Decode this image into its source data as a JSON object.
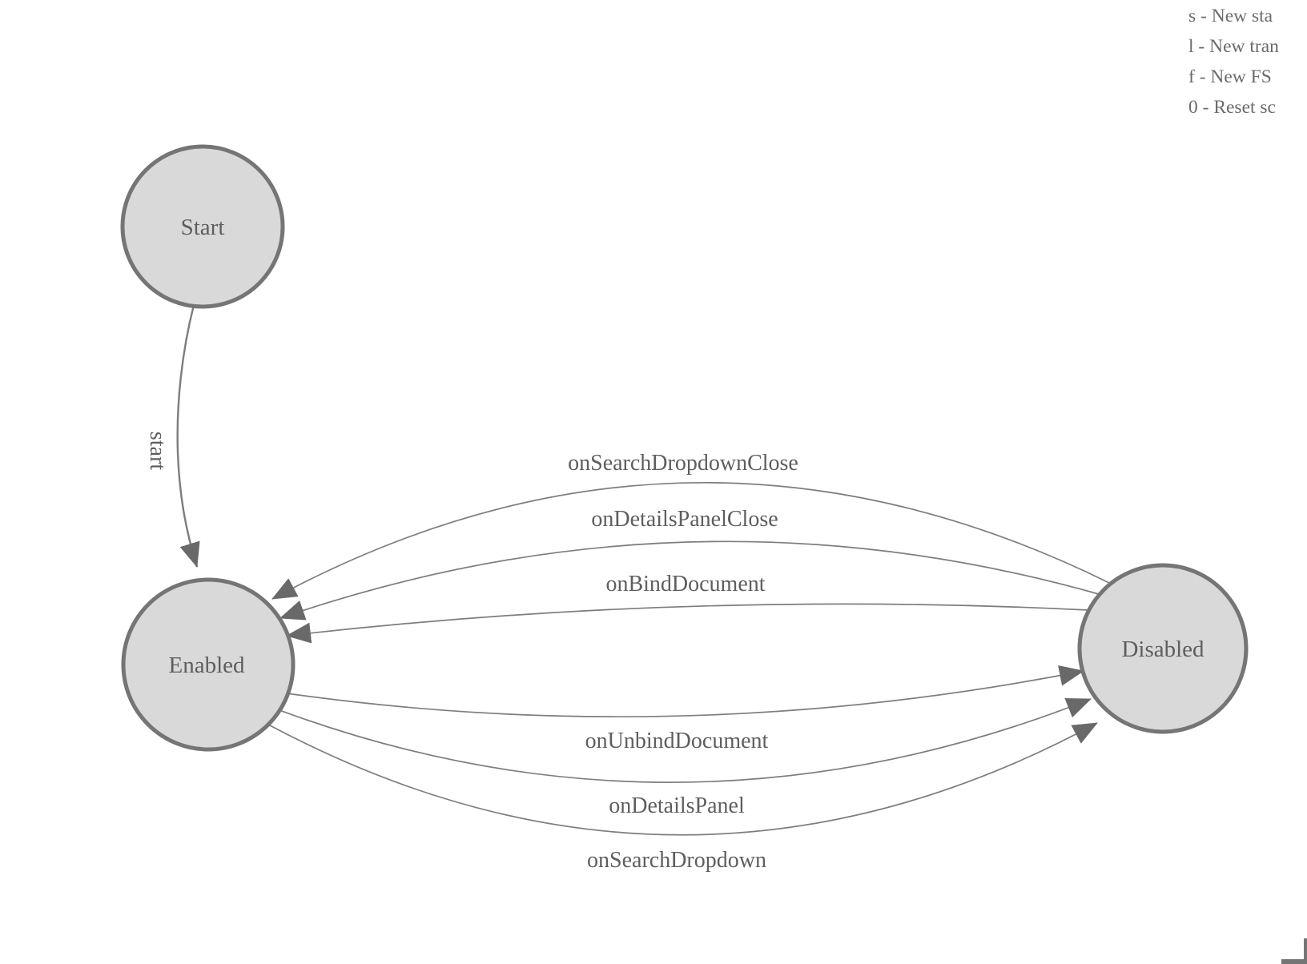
{
  "diagram": {
    "type": "finite-state-machine",
    "nodes": [
      {
        "id": "start",
        "label": "Start"
      },
      {
        "id": "enabled",
        "label": "Enabled"
      },
      {
        "id": "disabled",
        "label": "Disabled"
      }
    ],
    "edges": [
      {
        "from": "start",
        "to": "enabled",
        "label": "start"
      },
      {
        "from": "disabled",
        "to": "enabled",
        "label": "onSearchDropdownClose"
      },
      {
        "from": "disabled",
        "to": "enabled",
        "label": "onDetailsPanelClose"
      },
      {
        "from": "disabled",
        "to": "enabled",
        "label": "onBindDocument"
      },
      {
        "from": "enabled",
        "to": "disabled",
        "label": "onUnbindDocument"
      },
      {
        "from": "enabled",
        "to": "disabled",
        "label": "onDetailsPanel"
      },
      {
        "from": "enabled",
        "to": "disabled",
        "label": "onSearchDropdown"
      }
    ]
  },
  "legend": {
    "shortcuts": [
      "s - New sta",
      "l - New tran",
      "f - New FS",
      "0 - Reset sc"
    ]
  },
  "colors": {
    "background": "#ffffff",
    "node_fill": "#d9d9d9",
    "node_stroke": "#757575",
    "edge_stroke": "#7d7d7d",
    "arrowhead": "#696969",
    "label_text": "#5e5e5e",
    "legend_text": "#6b6b6b"
  }
}
